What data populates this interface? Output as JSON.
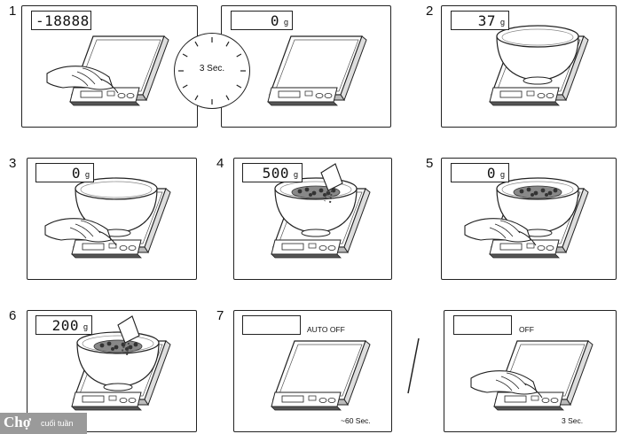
{
  "steps": {
    "s1": {
      "number": "1",
      "display_a": "-18888",
      "display_b": "0",
      "unit": "g",
      "timer": "3 Sec."
    },
    "s2": {
      "number": "2",
      "display": "37",
      "unit": "g"
    },
    "s3": {
      "number": "3",
      "display": "0",
      "unit": "g"
    },
    "s4": {
      "number": "4",
      "display": "500",
      "unit": "g"
    },
    "s5": {
      "number": "5",
      "display": "0",
      "unit": "g"
    },
    "s6": {
      "number": "6",
      "display": "200",
      "unit": "g"
    },
    "s7": {
      "number": "7",
      "auto_off": "AUTO OFF",
      "auto_time": "~60 Sec.",
      "off": "OFF",
      "off_time": "3 Sec."
    }
  },
  "watermark": {
    "brand": "Chợ",
    "subtitle": "cuối tuần"
  }
}
